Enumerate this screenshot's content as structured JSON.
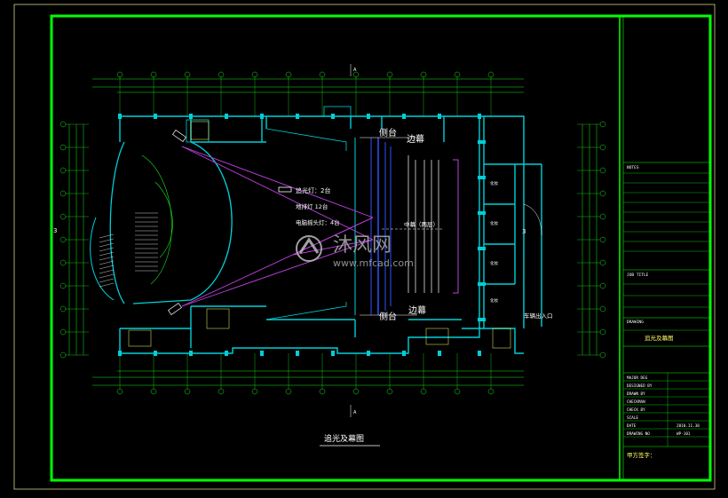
{
  "drawing": {
    "title": "追光及幕图",
    "watermark_brand": "沐风网",
    "watermark_url": "www.mfcad.com",
    "annotations": {
      "spot_lights": "追光灯：2台",
      "strip_lights": "地排灯 12台",
      "computer_lights": "电脑摇头灯：4台",
      "side_stage_top": "侧台",
      "side_stage_bottom": "侧台",
      "edge_curtain_top": "边幕",
      "edge_curtain_bottom": "边幕",
      "mid_curtain": "中幕（两层）",
      "truck_entrance": "车辆出入口",
      "axis_mark_left": "3",
      "axis_mark_right": "3",
      "section_mark_top": "A",
      "section_mark_bottom": "A",
      "room_labels": [
        "化妆",
        "化妆",
        "化妆",
        "化妆"
      ]
    }
  },
  "title_block": {
    "notes_label": "NOTES",
    "job_title_label": "JOB TITLE",
    "drawing_label": "DRAWING",
    "drawing_name": "追光及幕图",
    "rows": [
      {
        "label": "MAJOR DEG",
        "value": ""
      },
      {
        "label": "DESIGNED BY",
        "value": ""
      },
      {
        "label": "DRAWN BY",
        "value": ""
      },
      {
        "label": "CHECKMAN",
        "value": ""
      },
      {
        "label": "CHECK BY",
        "value": ""
      },
      {
        "label": "SCALE",
        "value": ""
      },
      {
        "label": "DATE",
        "value": "2010.11.30"
      },
      {
        "label": "DRAWING NO",
        "value": "WP-101"
      }
    ],
    "signature_label": "甲方签字："
  },
  "colors": {
    "frame": "#00ff00",
    "walls": "#00d0d8",
    "dims": "#19e619",
    "light_beams": "#c040e0",
    "curtains": "#ffffff",
    "stage_lines": "#3050ff",
    "labels": "#ffffff",
    "title_text": "#ffff66",
    "watermark": "#aaaaaa"
  }
}
